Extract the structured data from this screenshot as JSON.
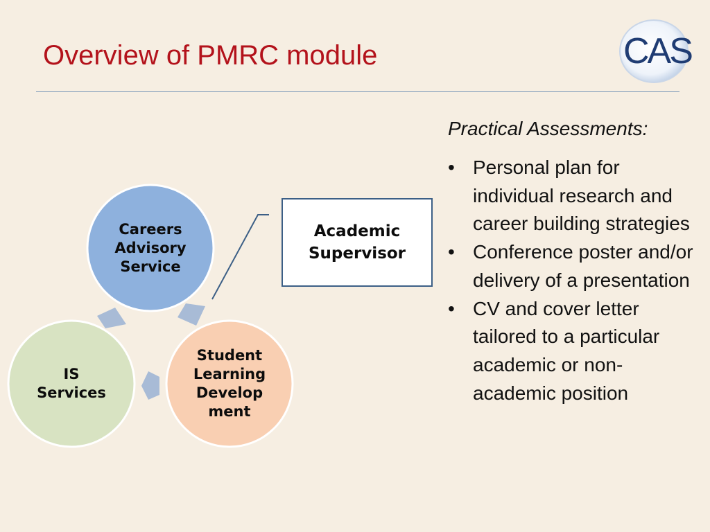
{
  "title": "Overview of PMRC module",
  "logo": {
    "text": "CAS"
  },
  "diagram": {
    "nodes": [
      {
        "id": "careers",
        "lines": [
          "Careers",
          "Advisory",
          "Service"
        ],
        "color": "#8eb1dd"
      },
      {
        "id": "sld",
        "lines": [
          "Student",
          "Learning",
          "Develop",
          "ment"
        ],
        "color": "#f9cfb2"
      },
      {
        "id": "is",
        "lines": [
          "IS",
          "Services"
        ],
        "color": "#d8e3c2"
      }
    ],
    "supervisor": {
      "lines": [
        "Academic",
        "Supervisor"
      ]
    },
    "arrow_color": "#a8bbd6"
  },
  "assessments": {
    "heading": "Practical Assessments:",
    "items": [
      "Personal plan for individual research and career building strategies",
      "Conference poster and/or delivery of a presentation",
      "CV and cover letter tailored to a particular academic or non-academic position"
    ]
  }
}
